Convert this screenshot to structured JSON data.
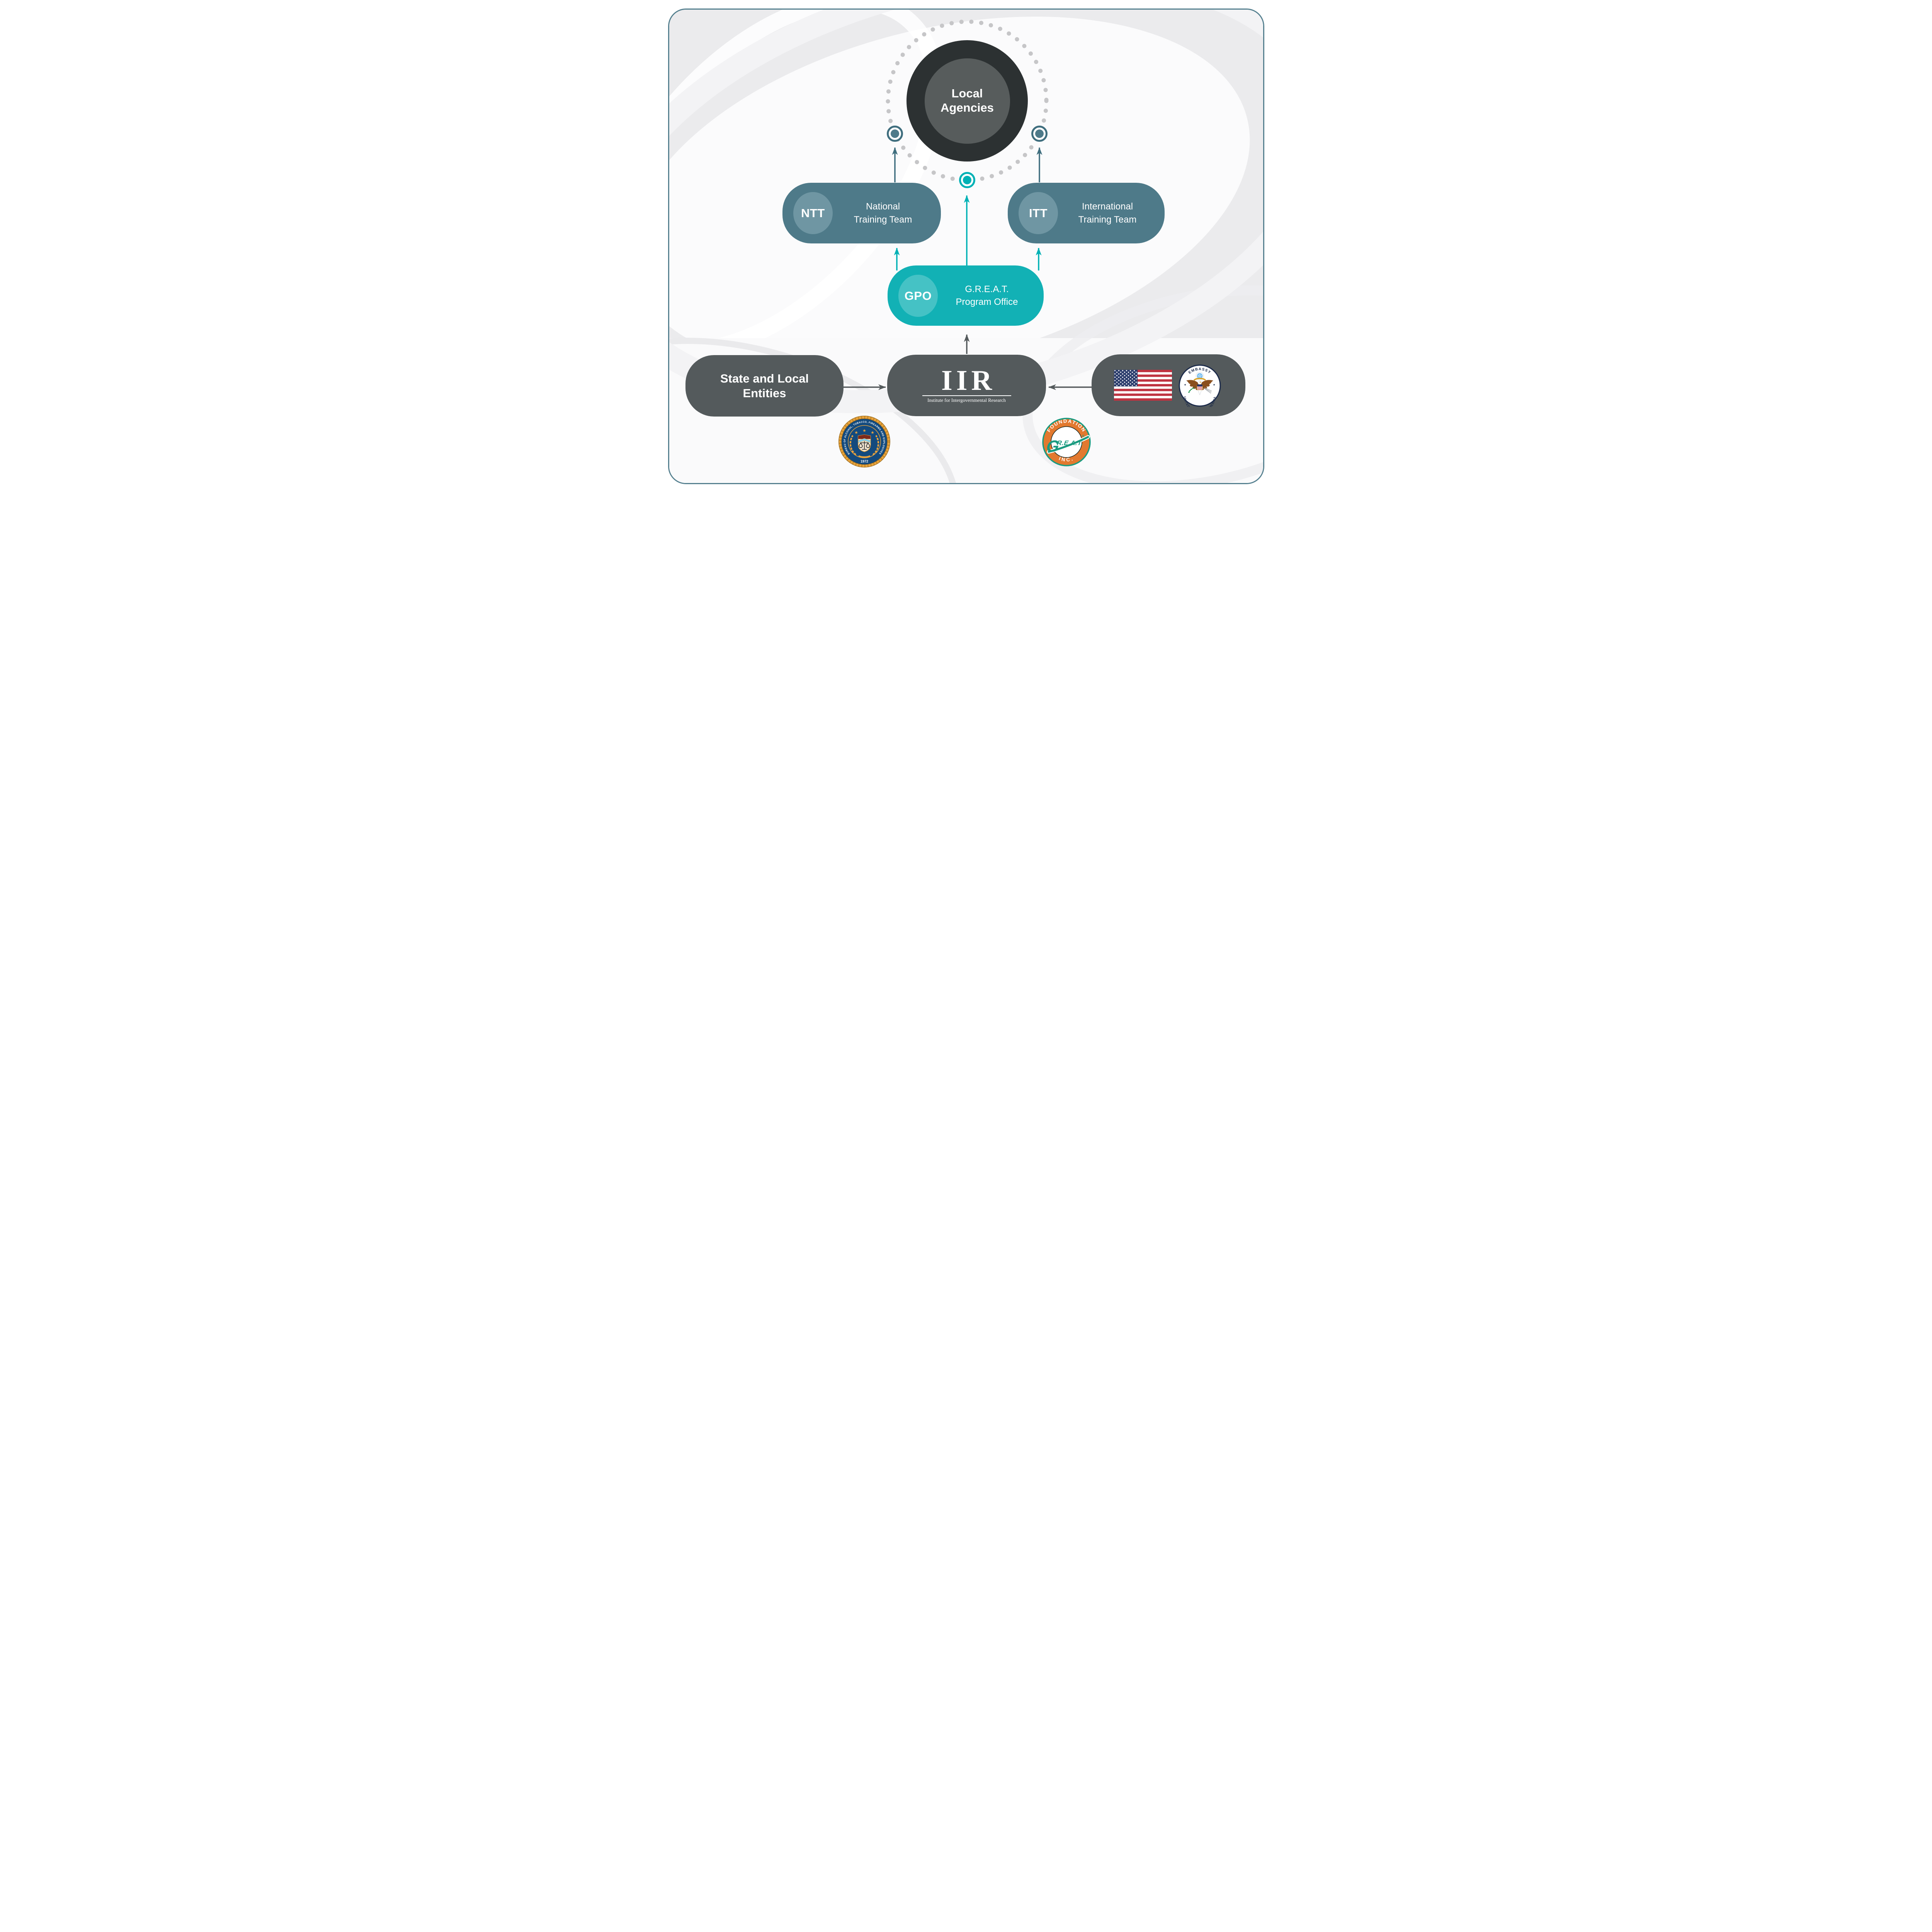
{
  "colors": {
    "accent_teal": "#00b1b5",
    "steel_blue": "#4e7a89",
    "steel_arrow": "#3f6e7e",
    "dark_gray": "#545a5c",
    "charcoal_circle": "#2c3132",
    "inner_circle_gray": "#575c5c",
    "dotted_ring_gray": "#c6c6c8",
    "card_border": "#55808f"
  },
  "nodes": {
    "local_agencies": {
      "label": "Local Agencies"
    },
    "ntt": {
      "abbr": "NTT",
      "label": "National Training Team"
    },
    "itt": {
      "abbr": "ITT",
      "label": "International Training Team"
    },
    "gpo": {
      "abbr": "GPO",
      "label": "G.R.E.A.T. Program Office"
    },
    "state_local": {
      "label": "State and Local Entities"
    },
    "iir": {
      "wordmark": "IIR",
      "subtitle": "Institute for Intergovernmental Research"
    }
  },
  "seals": {
    "embassy": {
      "top_text": "EMBASSY",
      "bottom_text": "UNITED STATES OF AMERICA"
    },
    "atf": {
      "ring_text": "BUREAU OF ALCOHOL, TOBACCO, FIREARMS AND EXPLOSIVES",
      "year": "1972"
    },
    "great_foundation": {
      "top_text": "FOUNDATION",
      "wordmark_g": "G",
      "wordmark_rest": "R.E.A.T.",
      "reg_mark": "®",
      "bottom_text": "INC."
    }
  }
}
